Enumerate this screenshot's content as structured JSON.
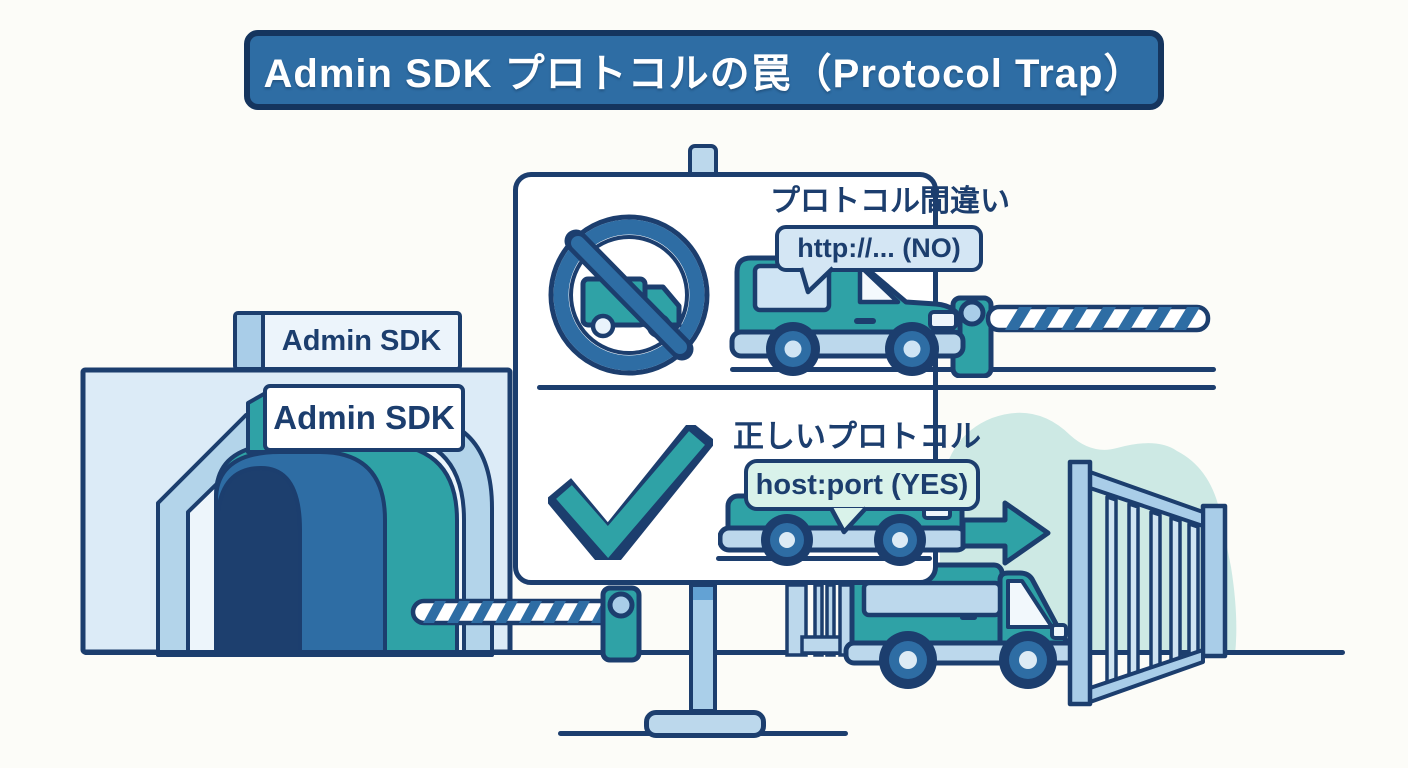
{
  "title": {
    "text": "Admin SDK プロトコルの罠（Protocol Trap）"
  },
  "tunnel": {
    "roof_sign": "Admin SDK",
    "front_sign": "Admin SDK"
  },
  "signboard": {
    "wrong": {
      "heading": "プロトコル間違い",
      "bubble": "http://... (NO)"
    },
    "correct": {
      "heading": "正しいプロトコル",
      "bubble": "host:port (YES)"
    }
  },
  "icons": {
    "no_truck": "no-truck-prohibition-icon",
    "check": "checkmark-icon",
    "arrow": "arrow-right-icon",
    "barrier": "barrier-gate-icon",
    "gate": "open-gate-icon"
  },
  "colors": {
    "navy": "#1c3e6e",
    "blue": "#2e6da4",
    "teal": "#2fa2a6",
    "lightBlue": "#a9cde8",
    "strip": "#bcd8ec",
    "paleBlue": "#dcebf7",
    "veryLight": "#edf5fb",
    "bubbleBlue": "#d4e6f4",
    "bubbleMint": "#d9f2ea",
    "blob": "#cde9e4",
    "bg": "#fcfcf8",
    "white": "#ffffff",
    "titleBorder": "#15355e"
  }
}
